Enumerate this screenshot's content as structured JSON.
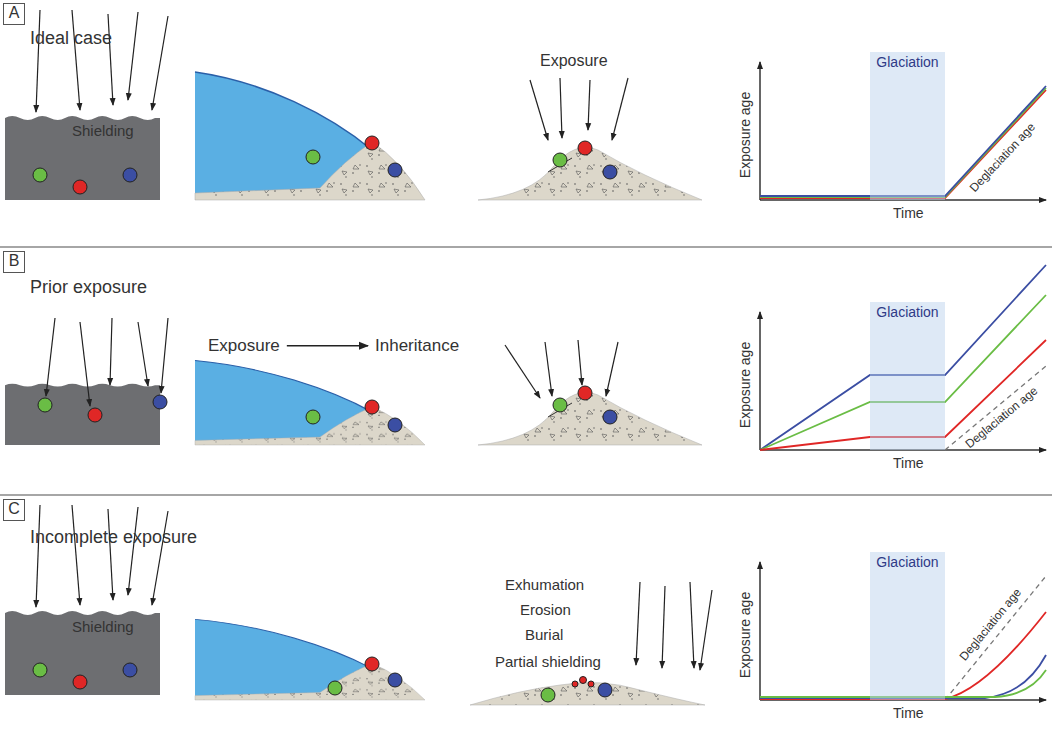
{
  "diagram": {
    "nodes": [
      {
        "text": [
          "A"
        ]
      },
      {
        "text": [
          "Glaciation"
        ]
      },
      {
        "text": [
          "B"
        ]
      },
      {
        "text": [
          "Exposure"
        ]
      },
      {
        "text": [
          "Inheritance"
        ]
      },
      {
        "text": [
          "Glaciation"
        ]
      },
      {
        "text": [
          "C"
        ]
      },
      {
        "text": [
          "Glaciation"
        ]
      }
    ],
    "edges": [
      {
        "from": 3,
        "to": 4,
        "arrow": "to"
      }
    ],
    "labels": [
      "Ideal case",
      "Shielding",
      "Exposure",
      "Exposure age",
      "Time",
      "Deglaciation age",
      "Prior exposure",
      "Exposure age",
      "Time",
      "Deglaciation age",
      "Incomplete exposure",
      "Shielding",
      "Exhumation",
      "Erosion",
      "Burial",
      "Partial shielding",
      "Exposure age",
      "Time",
      "Deglaciation age"
    ]
  }
}
